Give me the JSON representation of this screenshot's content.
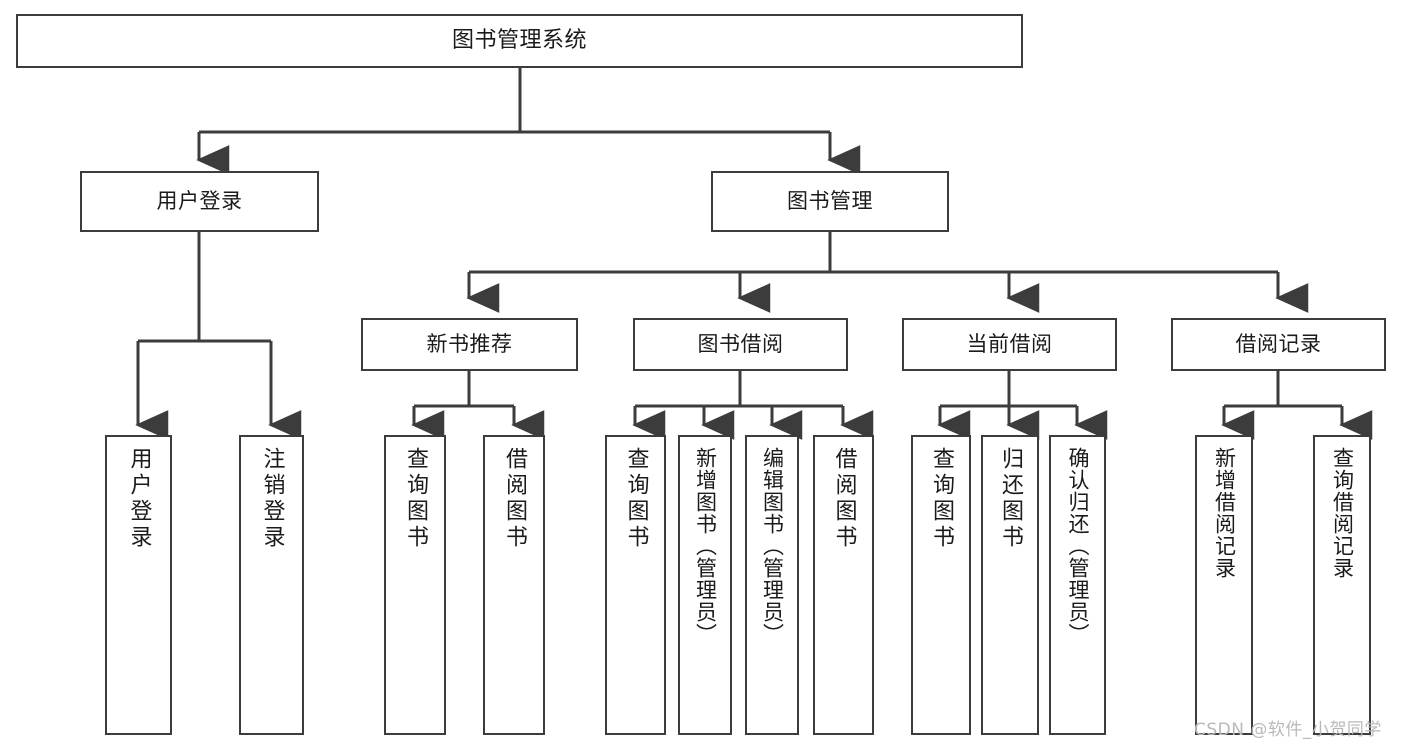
{
  "diagram": {
    "type": "tree-hierarchy-chart",
    "title": "图书管理系统",
    "line_color": "#3c3c3c",
    "box_fill": "#ffffff",
    "text_color": "#1b1b1b",
    "watermark_color": "#b9b9b9",
    "root": {
      "label": "图书管理系统"
    },
    "level2": [
      {
        "label": "用户登录"
      },
      {
        "label": "图书管理"
      }
    ],
    "level3": [
      {
        "label": "新书推荐"
      },
      {
        "label": "图书借阅"
      },
      {
        "label": "当前借阅"
      },
      {
        "label": "借阅记录"
      }
    ],
    "leaves": {
      "user_login": [
        {
          "label": "用户登录"
        },
        {
          "label": "注销登录"
        }
      ],
      "new_book_recommend": [
        {
          "label": "查询图书"
        },
        {
          "label": "借阅图书"
        }
      ],
      "book_borrow": [
        {
          "label": "查询图书"
        },
        {
          "label": "新增图书（管理员）"
        },
        {
          "label": "编辑图书（管理员）"
        },
        {
          "label": "借阅图书"
        }
      ],
      "current_borrow": [
        {
          "label": "查询图书"
        },
        {
          "label": "归还图书"
        },
        {
          "label": "确认归还（管理员）"
        }
      ],
      "borrow_record": [
        {
          "label": "新增借阅记录"
        },
        {
          "label": "查询借阅记录"
        }
      ]
    }
  },
  "watermark": {
    "text": "CSDN @软件_小贺同学"
  }
}
